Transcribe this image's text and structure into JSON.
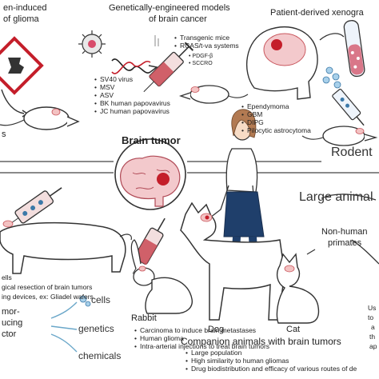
{
  "top_left": {
    "line1": "en-induced",
    "line2": "of glioma"
  },
  "gem": {
    "title_line1": "Genetically-engineered models",
    "title_line2": "of brain cancer",
    "virus_list": [
      "SV40 virus",
      "MSV",
      "ASV",
      "BK human papovavirus",
      "JC human papovavirus"
    ],
    "transgenic_line1": "Transgenic mice",
    "transgenic_line2": "RCAS/t-va systems",
    "transgenic_sub": [
      "PDGF-β",
      "SCCRO"
    ]
  },
  "pdx": {
    "title": "Patient-derived xenogra",
    "tumor_types": [
      "Ependymoma",
      "GBM",
      "DIPG",
      "Pilocytic astrocytoma"
    ]
  },
  "left_fragment": "s",
  "center_label": "Brain tumor",
  "rodent_label": "Rodent",
  "large_animal_label": "Large animal",
  "pig": {
    "frag1": "ells",
    "frag2": "gical resection of brain tumors",
    "frag3": "ing devices, ex: Gliadel wafers"
  },
  "left_bottom": {
    "line1": "mor-",
    "line2": "ucing",
    "line3": "ctor"
  },
  "agents": [
    "cells",
    "genetics",
    "chemicals"
  ],
  "rabbit": {
    "title": "Rabbit",
    "items": [
      "Carcinoma to induce brain metastases",
      "Human glioma",
      "Intra-arterial injections to treat brain tumors"
    ]
  },
  "dog": "Dog",
  "cat": "Cat",
  "primates": {
    "line1": "Non-human",
    "line2": "primates"
  },
  "right_fragments": [
    "Us",
    "to",
    "a",
    "th",
    "ap"
  ],
  "companion": {
    "title": "Companion animals with brain tumors",
    "items": [
      "Large population",
      "High similarity to human gliomas",
      "Drug biodistribution and efficacy of various routes of de"
    ]
  }
}
